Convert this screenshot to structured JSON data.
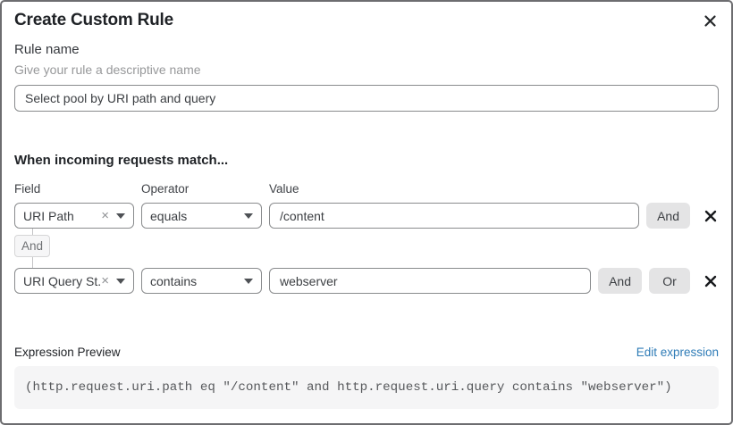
{
  "dialog": {
    "title": "Create Custom Rule"
  },
  "rule_name": {
    "label": "Rule name",
    "helper": "Give your rule a descriptive name",
    "value": "Select pool by URI path and query"
  },
  "matcher": {
    "heading": "When incoming requests match...",
    "columns": {
      "field": "Field",
      "operator": "Operator",
      "value": "Value"
    },
    "rows": [
      {
        "field": "URI Path",
        "operator": "equals",
        "value": "/content",
        "and_label": "And"
      },
      {
        "field": "URI Query St...",
        "operator": "contains",
        "value": "webserver",
        "and_label": "And",
        "or_label": "Or"
      }
    ],
    "join_badge": "And",
    "clear_glyph": "×"
  },
  "expression": {
    "label": "Expression Preview",
    "edit_link": "Edit expression",
    "code": "(http.request.uri.path eq \"/content\" and http.request.uri.query contains \"webserver\")"
  },
  "colors": {
    "link_blue": "#2f7cb7",
    "button_gray": "#e4e4e5",
    "input_border": "#898b8d",
    "code_bg": "#f5f5f6"
  }
}
